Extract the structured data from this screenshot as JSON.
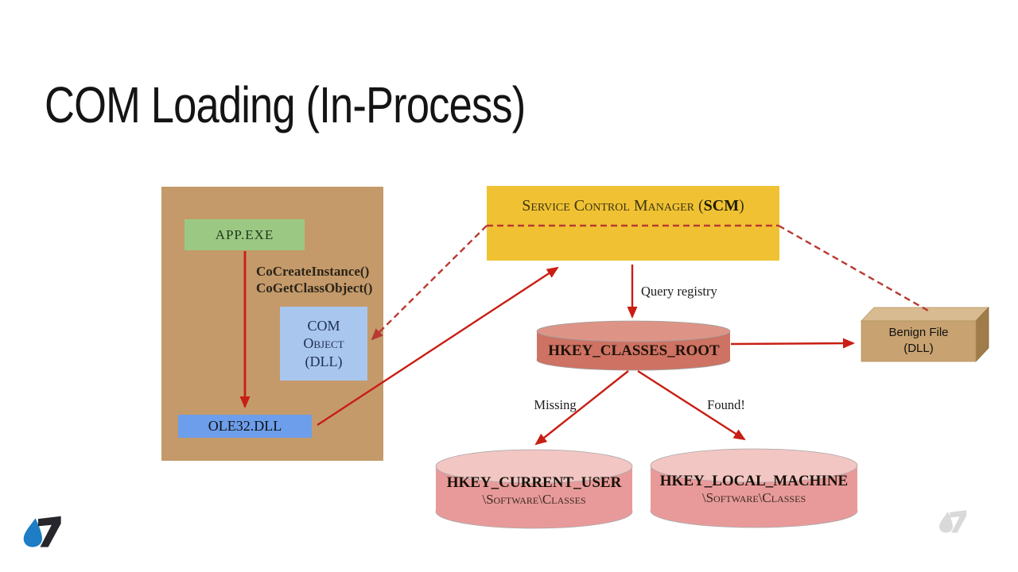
{
  "slide": {
    "title": "COM Loading (In-Process)"
  },
  "process": {
    "app_exe": "APP.EXE",
    "calls": [
      "CoCreateInstance()",
      "CoGetClassObject()"
    ],
    "com_object": [
      "COM",
      "Object",
      "(DLL)"
    ],
    "ole32": "OLE32.DLL"
  },
  "scm": {
    "prefix": "Service Control Manager (",
    "bold": "SCM",
    "suffix": ")"
  },
  "labels": {
    "query_registry": "Query registry",
    "missing": "Missing",
    "found": "Found!"
  },
  "registry": {
    "classes_root": "HKEY_CLASSES_ROOT",
    "current_user": {
      "name": "HKEY_CURRENT_USER",
      "path": "\\Software\\Classes"
    },
    "local_machine": {
      "name": "HKEY_LOCAL_MACHINE",
      "path": "\\Software\\Classes"
    }
  },
  "benign_file": {
    "line1": "Benign File",
    "line2": "(DLL)"
  },
  "colors": {
    "arrow_solid": "#c81e14",
    "arrow_dashed": "#b83a31",
    "process_bg": "#c49a6b",
    "app_bg": "#9bc983",
    "com_bg": "#a9c6ee",
    "ole_bg": "#6d9eeb",
    "scm_bg": "#f0c233",
    "hkcr_body": "#ce7263",
    "hkcr_top": "#dd9486",
    "hive_body": "#e89a9a",
    "hive_top": "#f2c6c3",
    "file_front": "#c8a271",
    "file_top": "#d8bb90",
    "file_side": "#9f7c49",
    "logo_blue": "#1e7dc4",
    "logo_dark": "#26262c",
    "logo_gray": "#d9d9d9"
  }
}
